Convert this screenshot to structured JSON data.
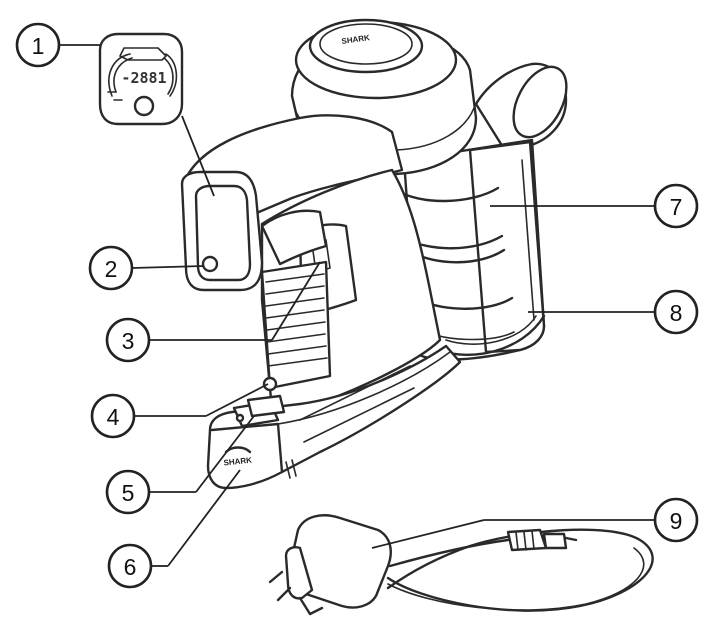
{
  "callouts": [
    {
      "id": "1",
      "label": "1"
    },
    {
      "id": "2",
      "label": "2"
    },
    {
      "id": "3",
      "label": "3"
    },
    {
      "id": "4",
      "label": "4"
    },
    {
      "id": "5",
      "label": "5"
    },
    {
      "id": "6",
      "label": "6"
    },
    {
      "id": "7",
      "label": "7"
    },
    {
      "id": "8",
      "label": "8"
    },
    {
      "id": "9",
      "label": "9"
    }
  ],
  "display_readout": "-2881",
  "colors": {
    "line": "#2a2a2a",
    "background": "#ffffff"
  }
}
